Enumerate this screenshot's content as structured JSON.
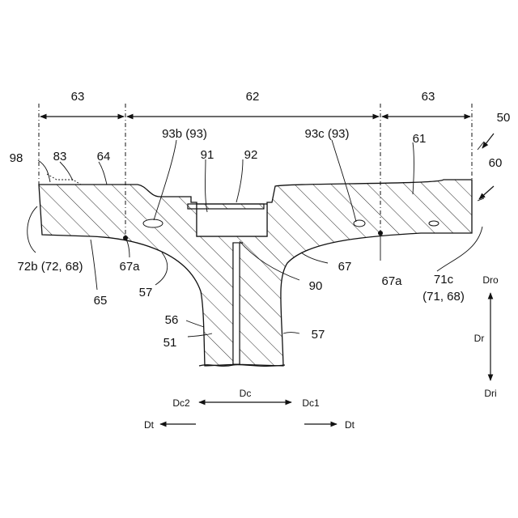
{
  "labels": {
    "dim_left": "63",
    "dim_center": "62",
    "dim_right": "63",
    "ref_50": "50",
    "ref_60": "60",
    "ref_61": "61",
    "ref_98": "98",
    "ref_83": "83",
    "ref_64": "64",
    "ref_93b": "93b (93)",
    "ref_91": "91",
    "ref_92": "92",
    "ref_93c": "93c (93)",
    "ref_72b_a": "72b (72, 68)",
    "ref_67a_left": "67a",
    "ref_65": "65",
    "ref_57_left": "57",
    "ref_56": "56",
    "ref_51": "51",
    "ref_57_right": "57",
    "ref_67": "67",
    "ref_90": "90",
    "ref_67a_right": "67a",
    "ref_71c_a": "71c",
    "ref_71c_b": "(71, 68)"
  },
  "directions": {
    "dro": "Dro",
    "dr": "Dr",
    "dri": "Dri",
    "dc": "Dc",
    "dc1": "Dc1",
    "dc2": "Dc2",
    "dt_left": "Dt",
    "dt_right": "Dt"
  },
  "colors": {
    "line": "#111111",
    "background": "#ffffff"
  }
}
